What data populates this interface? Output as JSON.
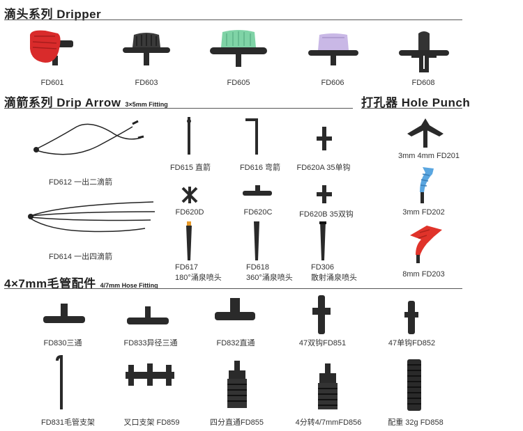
{
  "sections": {
    "dripper": {
      "title": "滴头系列  Dripper",
      "sub": ""
    },
    "drip_arrow": {
      "title": "滴箭系列 Drip Arrow",
      "sub": "3×5mm  Fitting"
    },
    "hole_punch": {
      "title": "打孔器 Hole Punch",
      "sub": ""
    },
    "hose_fitting": {
      "title": "4×7mm毛管配件",
      "sub": "4/7mm Hose Fitting"
    }
  },
  "products": {
    "fd601": "FD601",
    "fd603": "FD603",
    "fd605": "FD605",
    "fd606": "FD606",
    "fd608": "FD608",
    "fd612": "FD612 一出二滴箭",
    "fd614": "FD614 一出四滴箭",
    "fd615": "FD615 直箭",
    "fd616": "FD616 弯箭",
    "fd620a": "FD620A 35单钩",
    "fd620d": "FD620D",
    "fd620c": "FD620C",
    "fd620b": "FD620B 35双钩",
    "fd617_a": "FD617",
    "fd617_b": "180°涌泉喷头",
    "fd618_a": "FD618",
    "fd618_b": "360°涌泉喷头",
    "fd306_a": "FD306",
    "fd306_b": "散射涌泉喷头",
    "fd201": "3mm 4mm FD201",
    "fd202": "3mm FD202",
    "fd203": "8mm FD203",
    "fd830": "FD830三通",
    "fd833": "FD833异径三通",
    "fd832": "FD832直通",
    "fd851": "47双钩FD851",
    "fd852": "47单钩FD852",
    "fd831": "FD831毛管支架",
    "fd859": "叉口支架 FD859",
    "fd855": "四分直通FD855",
    "fd856": "4分转4/7mmFD856",
    "fd858": "配重 32g FD858"
  },
  "colors": {
    "heading": "#222222",
    "rule": "#555555",
    "red_dripper": "#d92b2b",
    "green_dripper": "#7fd3a6",
    "lilac_dripper": "#c9b8e6",
    "black_part": "#2a2a2a",
    "blue_punch": "#5aa6e0",
    "red_punch": "#e0332a"
  }
}
